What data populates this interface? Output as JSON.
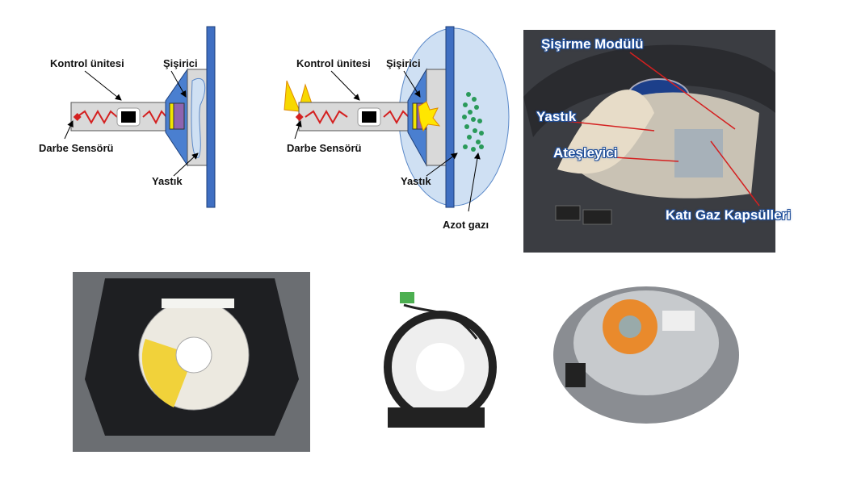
{
  "diagram_before": {
    "control_unit": "Kontrol ünitesi",
    "inflator": "Şişirici",
    "impact_sensor": "Darbe Sensörü",
    "cushion": "Yastık"
  },
  "diagram_after": {
    "control_unit": "Kontrol ünitesi",
    "inflator": "Şişirici",
    "impact_sensor": "Darbe Sensörü",
    "cushion": "Yastık",
    "nitrogen_gas": "Azot gazı"
  },
  "photo_module": {
    "inflation_module": "Şişirme Modülü",
    "cushion": "Yastık",
    "igniter": "Ateşleyici",
    "solid_gas_capsules": "Katı Gaz Kapsülleri"
  },
  "colors": {
    "wall": "#3f6fc2",
    "tube": "#d9d9d9",
    "spring": "#d42020",
    "bubble": "#cfe0f3",
    "gas": "#2a9a5a"
  }
}
